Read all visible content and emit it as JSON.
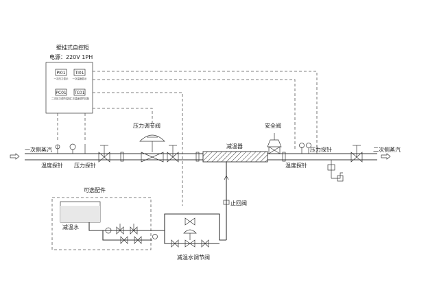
{
  "cabinet": {
    "title": "壁挂式自控柜",
    "power": "电源：220V 1PH",
    "instruments": [
      {
        "tag": "PI01",
        "desc": "一次压力显示"
      },
      {
        "tag": "TI01",
        "desc": "一次温度显示"
      },
      {
        "tag": "PC01",
        "desc": "二次压力调节控制"
      },
      {
        "tag": "TC01",
        "desc": "二次温度调节控制"
      }
    ]
  },
  "labels": {
    "primary_steam": "一次侧蒸汽",
    "secondary_steam": "二次侧蒸汽",
    "temp_probe_left": "温度探针",
    "pressure_gauge_left": "压力探针",
    "pressure_valve": "压力调节阀",
    "desuperheater": "减温器",
    "safety_valve": "安全阀",
    "pressure_probe_right": "压力探针",
    "temp_probe_right": "温度探针",
    "optional": "可选配件",
    "desuper_water": "减温水",
    "check_valve": "止回阀",
    "water_valve": "减温水调节阀"
  }
}
